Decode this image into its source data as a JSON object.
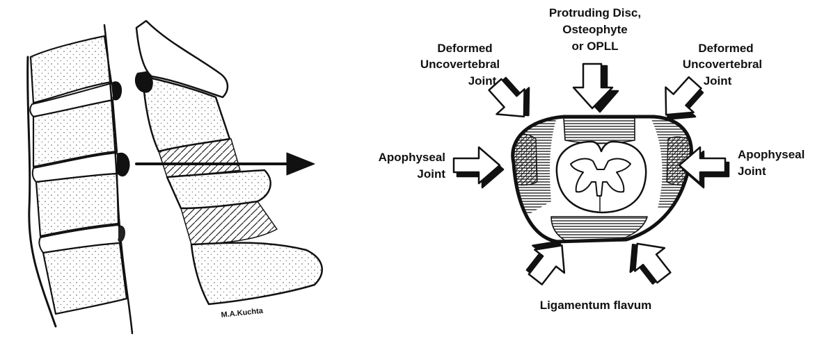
{
  "labels": {
    "top": [
      "Protruding Disc,",
      "Osteophyte",
      "or OPLL"
    ],
    "upper_left": [
      "Deformed",
      "Uncovertebral",
      "Joint"
    ],
    "upper_right": [
      "Deformed",
      "Uncovertebral",
      "Joint"
    ],
    "left": [
      "Apophyseal",
      "Joint"
    ],
    "right": [
      "Apophyseal",
      "Joint"
    ],
    "bottom": "Ligamentum flavum"
  },
  "signature": "M.A.Kuchta",
  "colors": {
    "ink": "#111111",
    "paper": "#ffffff"
  }
}
